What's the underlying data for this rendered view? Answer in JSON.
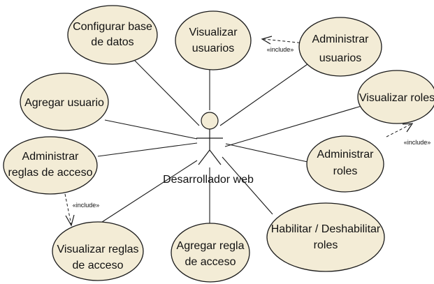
{
  "actor": {
    "name": "Desarrollador web"
  },
  "use_cases": {
    "configurar_bd": {
      "line1": "Configurar base",
      "line2": "de datos"
    },
    "visualizar_usuarios": {
      "line1": "Visualizar",
      "line2": "usuarios"
    },
    "administrar_usuarios": {
      "line1": "Administrar",
      "line2": "usuarios"
    },
    "agregar_usuario": {
      "line1": "Agregar usuario"
    },
    "visualizar_roles": {
      "line1": "Visualizar roles"
    },
    "administrar_reglas": {
      "line1": "Administrar",
      "line2": "reglas de acceso"
    },
    "administrar_roles": {
      "line1": "Administrar",
      "line2": "roles"
    },
    "habilitar_roles": {
      "line1": "Habilitar / Deshabilitar",
      "line2": "roles"
    },
    "visualizar_reglas": {
      "line1": "Visualizar reglas",
      "line2": "de acceso"
    },
    "agregar_regla": {
      "line1": "Agregar regla",
      "line2": "de acceso"
    }
  },
  "relations": {
    "include_label": "«include»"
  }
}
